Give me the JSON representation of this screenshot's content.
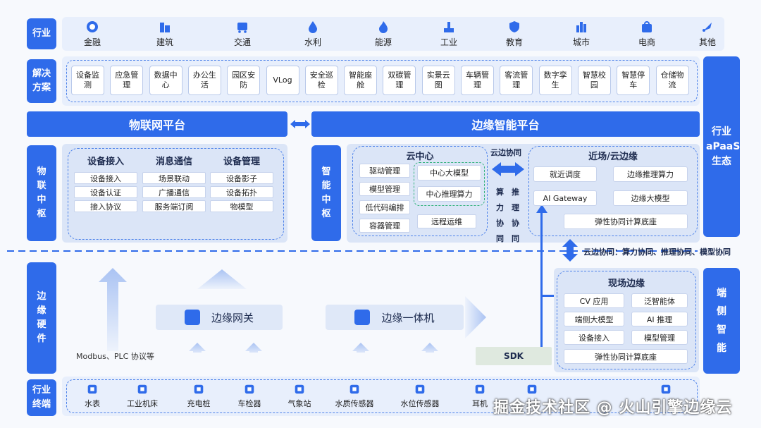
{
  "rows": {
    "industry": "行业",
    "solutions": "解决方案",
    "iot_hub": "物联中枢",
    "smart_hub": "智能中枢",
    "edge_hw": "边缘硬件",
    "terminals": "行业终端",
    "apaas": "行业aPaaS生态",
    "end_smart": "端侧智能"
  },
  "industries": [
    "金融",
    "建筑",
    "交通",
    "水利",
    "能源",
    "工业",
    "教育",
    "城市",
    "电商",
    "其他"
  ],
  "solutions": [
    "设备监测",
    "应急管理",
    "数据中心",
    "办公生活",
    "园区安防",
    "VLog",
    "安全巡检",
    "智能座舱",
    "双碳管理",
    "实景云图",
    "车辆管理",
    "客流管理",
    "数字孪生",
    "智慧校园",
    "智慧停车",
    "仓储物流"
  ],
  "iot_platform": "物联网平台",
  "edge_platform": "边缘智能平台",
  "iot_groups": [
    {
      "title": "设备接入",
      "items": [
        "设备接入",
        "设备认证",
        "接入协议"
      ]
    },
    {
      "title": "消息通信",
      "items": [
        "场景联动",
        "广播通信",
        "服务端订阅"
      ]
    },
    {
      "title": "设备管理",
      "items": [
        "设备影子",
        "设备拓扑",
        "物模型"
      ]
    }
  ],
  "cloud_center": {
    "title": "云中心",
    "left": [
      "驱动管理",
      "模型管理",
      "低代码编排",
      "容器管理"
    ],
    "right": [
      "中心大模型",
      "中心推理算力"
    ],
    "extra": "远程运维"
  },
  "cloud_edge_sync": {
    "label": "云边协同",
    "col1": "算力协同",
    "col2": "推理协同"
  },
  "near_edge": {
    "title": "近场/云边缘",
    "items": [
      "就近调度",
      "边缘推理算力",
      "AI Gateway",
      "边缘大模型"
    ],
    "base": "弹性协同计算底座"
  },
  "sync_note": "云边协同：算力协同、推理协同、模型协同",
  "field_edge": {
    "title": "现场边缘",
    "items": [
      "CV 应用",
      "泛智能体",
      "端侧大模型",
      "AI 推理",
      "设备接入",
      "模型管理"
    ],
    "base": "弹性协同计算底座"
  },
  "gateway": "边缘网关",
  "all_in_one": "边缘一体机",
  "protocols": "Modbus、PLC 协议等",
  "sdk": "SDK",
  "terminals": [
    "水表",
    "工业机床",
    "充电桩",
    "车检器",
    "气象站",
    "水质传感器",
    "水位传感器",
    "耳机",
    "",
    ""
  ],
  "watermark": "掘金技术社区 @ 火山引擎边缘云",
  "colors": {
    "primary": "#2f6bea",
    "light": "#e8effc",
    "hub": "#dbe5f7"
  }
}
